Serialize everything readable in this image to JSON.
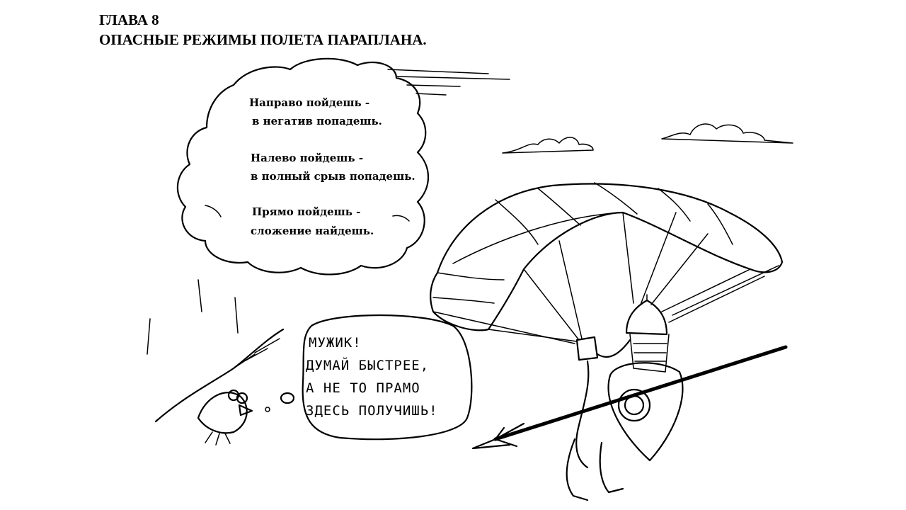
{
  "chapter": {
    "number_line": "ГЛАВА 8",
    "title_line": "ОПАСНЫЕ РЕЖИМЫ ПОЛЕТА ПАРАПЛАНА."
  },
  "thought_cloud": {
    "lines": [
      "Направо пойдешь -",
      "в негатив попадешь.",
      "Налево пойдешь -",
      "в полный срыв попадешь.",
      "Прямо пойдешь -",
      "сложение найдешь."
    ]
  },
  "crow_speech": {
    "lines": [
      "МУЖИК!",
      "ДУМАЙ БЫСТРЕЕ,",
      "А НЕ ТО ПРАМО",
      "ЗДЕСЬ ПОЛУЧИШЬ!"
    ]
  }
}
